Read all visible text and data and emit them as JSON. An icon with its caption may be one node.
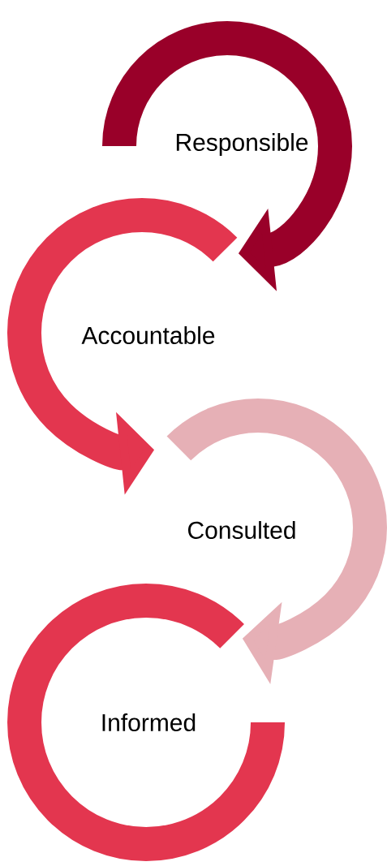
{
  "diagram": {
    "nodes": [
      {
        "text": [
          "Responsible"
        ]
      },
      {
        "text": [
          "Accountable"
        ]
      },
      {
        "text": [
          "Consulted"
        ]
      },
      {
        "text": [
          "Informed"
        ]
      }
    ]
  }
}
